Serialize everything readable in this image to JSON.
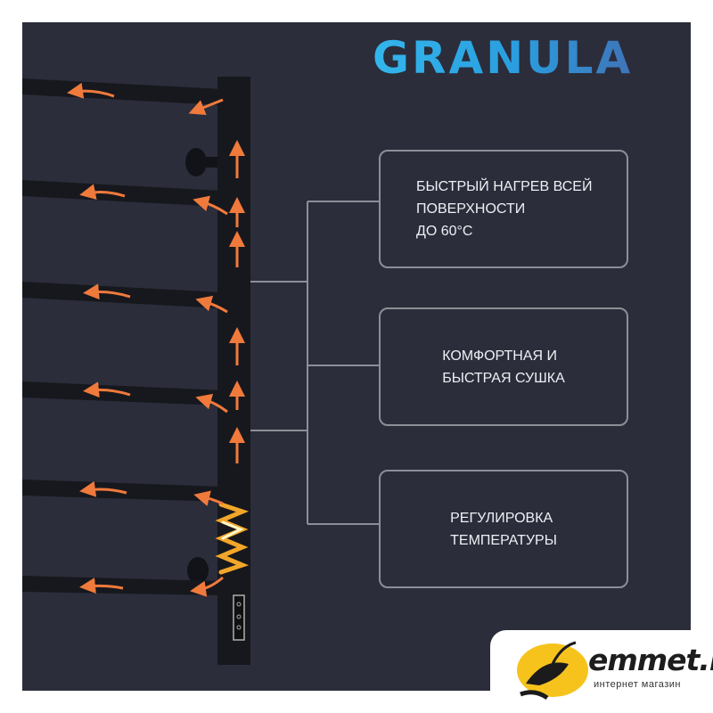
{
  "brand": {
    "logo_text": "GRANULA",
    "logo_color": "#2ea8e6"
  },
  "features": [
    {
      "text": "БЫСТРЫЙ НАГРЕВ ВСЕЙ\nПОВЕРХНОСТИ\nДО 60°C"
    },
    {
      "text": "КОМФОРТНАЯ И\nБЫСТРАЯ СУШКА"
    },
    {
      "text": "РЕГУЛИРОВКА\nТЕМПЕРАТУРЫ"
    }
  ],
  "store_badge": {
    "name": "emmet.by",
    "subtitle": "интернет магазин"
  },
  "colors": {
    "background": "#2b2d3b",
    "arrow": "#f07a3c",
    "border": "#8d8e97"
  }
}
